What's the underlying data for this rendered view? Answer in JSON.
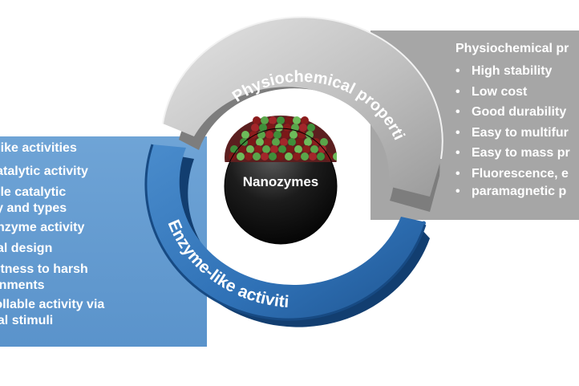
{
  "center_label": "Nanozymes",
  "ring": {
    "top_label": "Physiochemical properties",
    "bottom_label": "Enzyme-like activities"
  },
  "right_panel": {
    "title": "Physiochemical pr",
    "items": [
      "High stability",
      "Low cost",
      "Good durability",
      "Easy to multifur",
      "Easy to mass pr",
      "Fluorescence, e",
      "paramagnetic p"
    ]
  },
  "left_panel": {
    "title": "e-like activities",
    "items": [
      "h catalytic activity",
      "nable catalytic",
      "ivity and types",
      "ti-enzyme activity",
      "ional design",
      "oustness to harsh",
      "rironments",
      "ntrollable activity via",
      "ernal stimuli"
    ]
  },
  "colors": {
    "grey_panel": "#a6a6a6",
    "blue_panel": "#5f97cd",
    "ring_grey": "#c4c4c4",
    "ring_blue": "#2e6fb3"
  }
}
